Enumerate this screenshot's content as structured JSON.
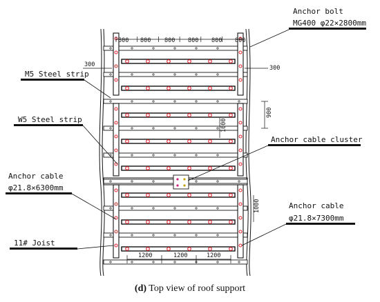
{
  "labels": {
    "anchor_bolt_title": "Anchor bolt",
    "anchor_bolt_spec": "MG400  φ22×2800mm",
    "m5_strip": "M5 Steel strip",
    "w5_strip": "W5 Steel strip",
    "cable_cluster": "Anchor cable cluster",
    "anchor_cable_left_title": "Anchor cable",
    "anchor_cable_left_spec": "φ21.8×6300mm",
    "anchor_cable_right_title": "Anchor cable",
    "anchor_cable_right_spec": "φ21.8×7300mm",
    "joist": "11# Joist"
  },
  "dimensions": {
    "top_spacing": [
      "800",
      "800",
      "800",
      "800",
      "800",
      "800"
    ],
    "left_300": "300",
    "right_300": "300",
    "v_900": "900",
    "v_mid": "1000",
    "v_lower": "1000",
    "bottom_spacing": [
      "1200",
      "1200",
      "1200"
    ]
  },
  "caption": {
    "tag": "(d)",
    "text": " Top view of roof support"
  },
  "colors": {
    "line": "#111111",
    "bolt": "#e0202a",
    "cable_a": "#d02080",
    "cable_b": "#c8a000"
  }
}
